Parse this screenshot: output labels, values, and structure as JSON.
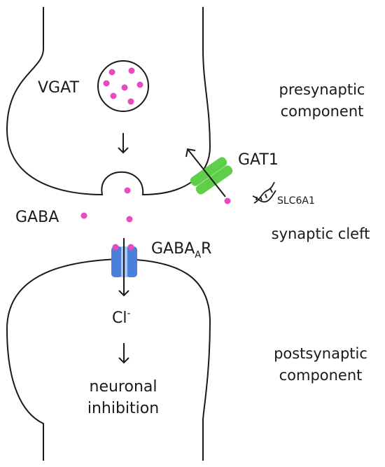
{
  "labels": {
    "vgat": "VGAT",
    "presynaptic_line1": "presynaptic",
    "presynaptic_line2": "component",
    "gat1": "GAT1",
    "gene": "SLC6A1",
    "gaba": "GABA",
    "synaptic_cleft": "synaptic cleft",
    "receptor_main": "GABA",
    "receptor_sub": "A",
    "receptor_suffix": "R",
    "chloride_main": "Cl",
    "chloride_sup": "-",
    "postsynaptic_line1": "postsynaptic",
    "postsynaptic_line2": "component",
    "outcome_line1": "neuronal",
    "outcome_line2": "inhibition"
  },
  "colors": {
    "line": "#1a1a1a",
    "gaba_dot": "#e84bbf",
    "transporter": "#5fcf4a",
    "transporter_dark": "#3aa82c",
    "receptor": "#4a7fdc",
    "receptor_light": "#a9c6ee"
  },
  "icons": {
    "dna": "dna-helix-icon",
    "arrow": "down-arrow-icon"
  }
}
